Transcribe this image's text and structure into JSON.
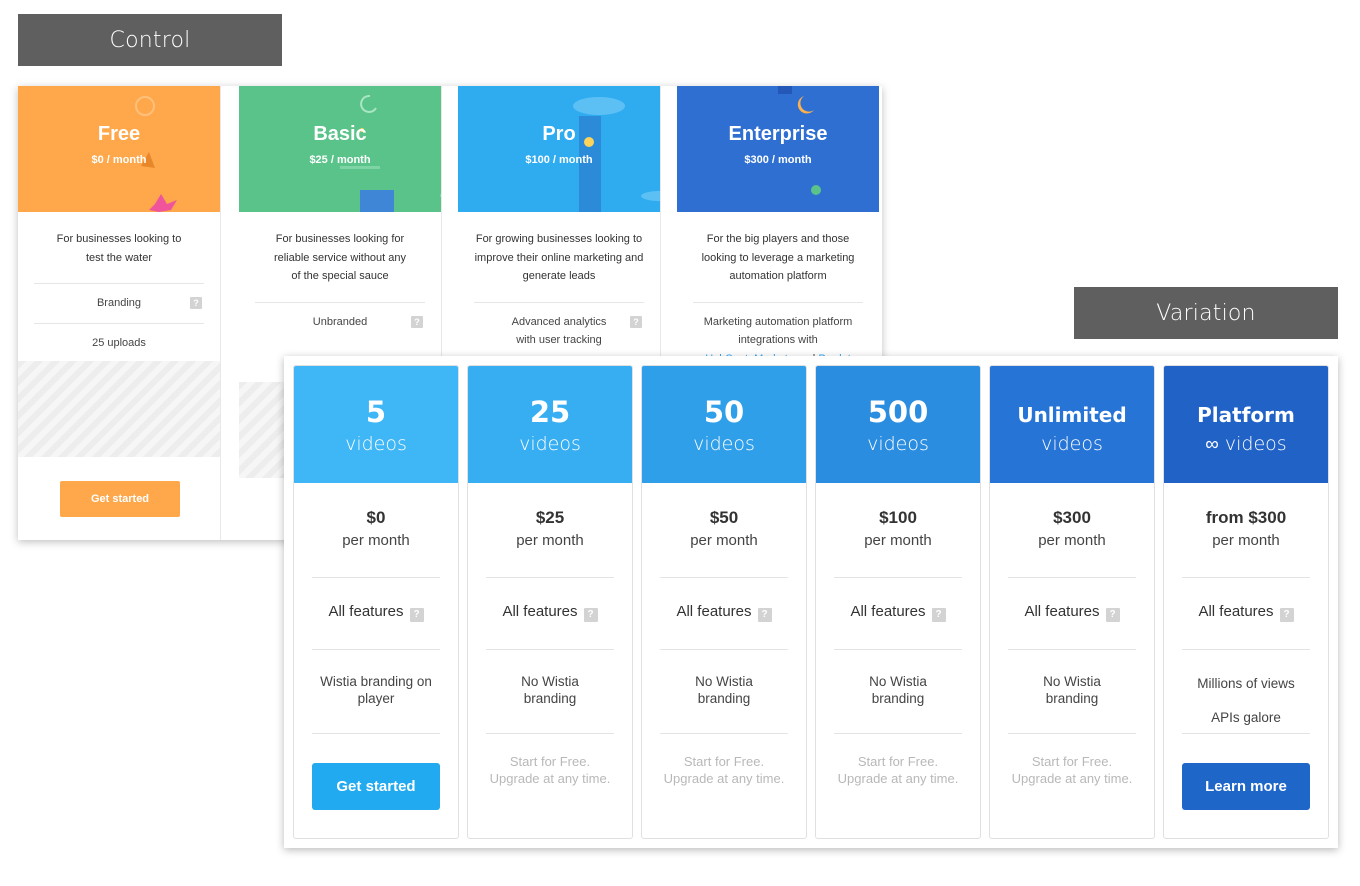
{
  "labels": {
    "control": "Control",
    "variation": "Variation"
  },
  "colors": {
    "free": "#fea84b",
    "basic": "#5ac38a",
    "pro": "#2fabf0",
    "enterprise": "#2e6fd1",
    "v1": "#3fb6f5",
    "v2": "#38aef2",
    "v3": "#309fe9",
    "v4": "#2b8de0",
    "v5": "#2674d6",
    "v6": "#2162c7"
  },
  "control": {
    "plans": [
      {
        "name": "Free",
        "price": "$0 / month",
        "desc": "For businesses looking to test the water",
        "features": [
          "Branding",
          "25 uploads"
        ],
        "button": "Get started"
      },
      {
        "name": "Basic",
        "price": "$25 / month",
        "desc": "For businesses looking for reliable service without any of the special sauce",
        "features": [
          "Unbranded"
        ]
      },
      {
        "name": "Pro",
        "price": "$100 / month",
        "desc": "For growing businesses looking to improve their online marketing and generate leads",
        "features": [
          "Advanced analytics with user tracking"
        ]
      },
      {
        "name": "Enterprise",
        "price": "$300 / month",
        "desc": "For the big players and those looking to leverage a marketing automation platform",
        "features": [
          "Marketing automation platform integrations with"
        ],
        "integrations": {
          "a": "HubSpot",
          "b": "Marketo",
          "sep": ", ",
          "and": " and ",
          "c": "Pardot"
        }
      }
    ]
  },
  "variation": {
    "plans": [
      {
        "top": "5",
        "sub": "videos",
        "amount": "$0",
        "per": "per month",
        "features": "All features",
        "branding": "Wistia branding on player",
        "button": "Get started"
      },
      {
        "top": "25",
        "sub": "videos",
        "amount": "$25",
        "per": "per month",
        "features": "All features",
        "branding": "No Wistia branding",
        "footer": "Start for Free. Upgrade at any time."
      },
      {
        "top": "50",
        "sub": "videos",
        "amount": "$50",
        "per": "per month",
        "features": "All features",
        "branding": "No Wistia branding",
        "footer": "Start for Free. Upgrade at any time."
      },
      {
        "top": "500",
        "sub": "videos",
        "amount": "$100",
        "per": "per month",
        "features": "All features",
        "branding": "No Wistia branding",
        "footer": "Start for Free. Upgrade at any time."
      },
      {
        "top": "Unlimited",
        "sub": "videos",
        "amount": "$300",
        "per": "per month",
        "features": "All features",
        "branding": "No Wistia branding",
        "footer": "Start for Free. Upgrade at any time."
      },
      {
        "top": "Platform",
        "sub": "∞ videos",
        "amount": "from $300",
        "per": "per month",
        "features": "All features",
        "extra": [
          "Millions of views",
          "APIs galore"
        ],
        "button": "Learn more"
      }
    ]
  },
  "question_mark": "?"
}
